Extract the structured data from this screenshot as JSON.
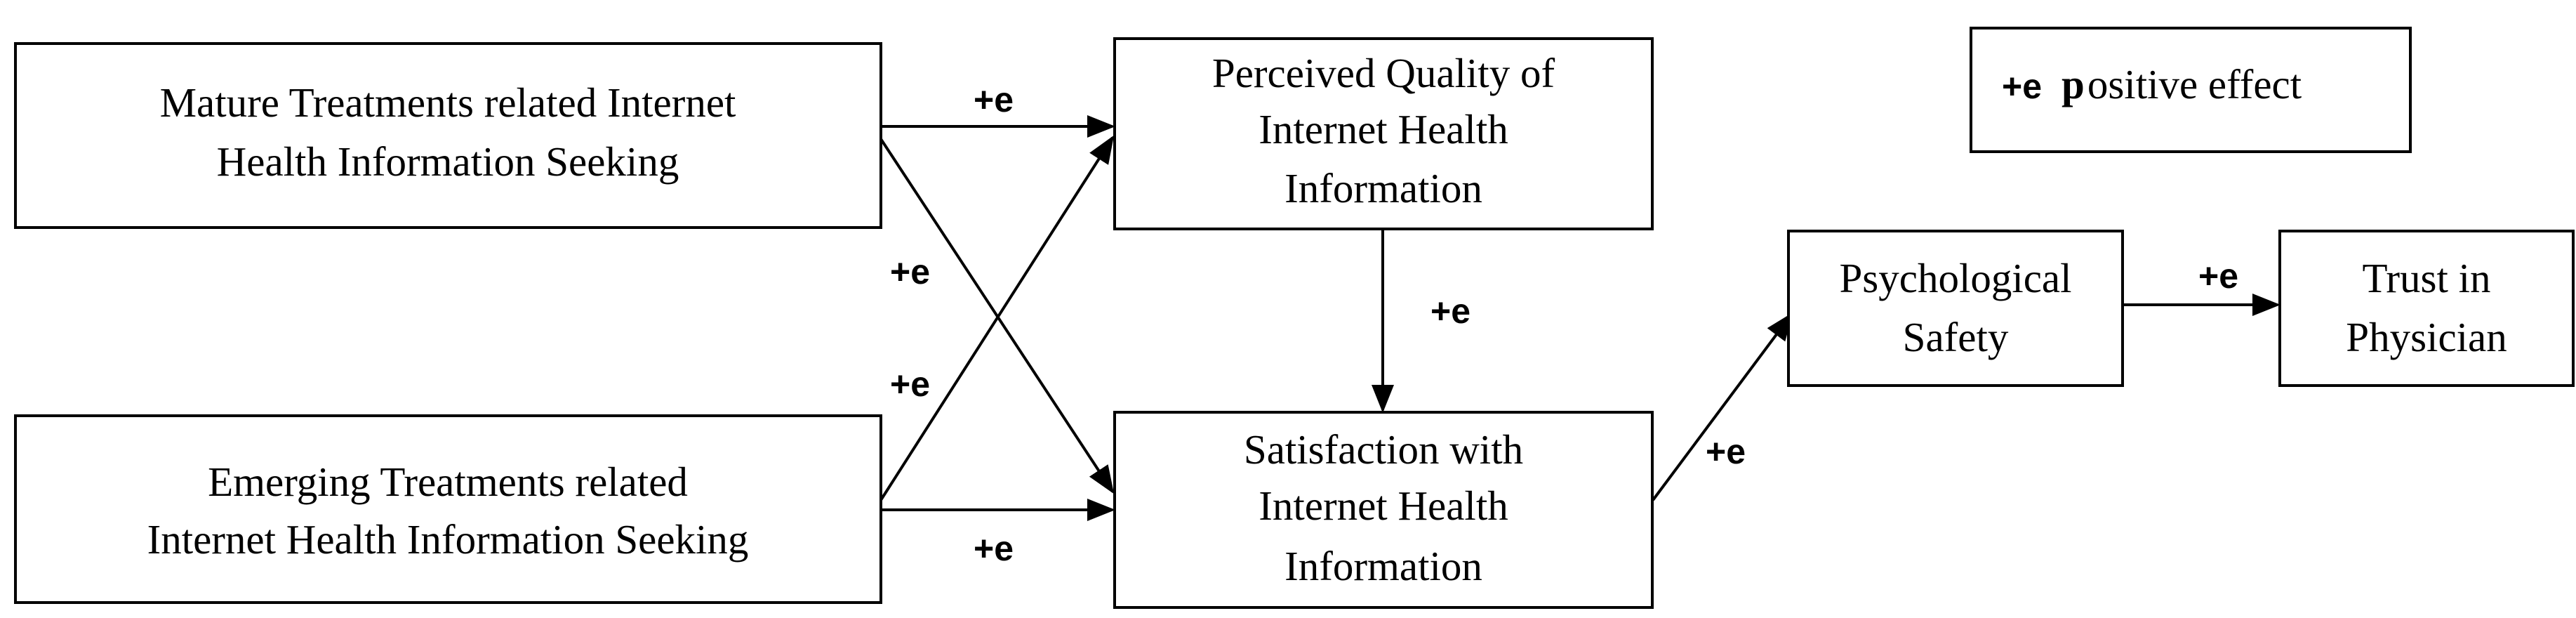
{
  "nodes": {
    "mature": [
      "Mature Treatments related Internet",
      "Health Information Seeking"
    ],
    "emerging": [
      "Emerging Treatments related",
      "Internet Health Information Seeking"
    ],
    "quality": [
      "Perceived Quality of",
      "Internet Health",
      "Information"
    ],
    "satisfaction": [
      "Satisfaction with",
      "Internet Health",
      "Information"
    ],
    "safety": [
      "Psychological",
      "Safety"
    ],
    "trust": [
      "Trust in",
      "Physician"
    ]
  },
  "edge_label": "+e",
  "legend": {
    "symbol": "+e",
    "first_letter": "p",
    "rest": "ositive effect"
  },
  "colors": {
    "stroke": "#000000",
    "background": "#ffffff"
  }
}
